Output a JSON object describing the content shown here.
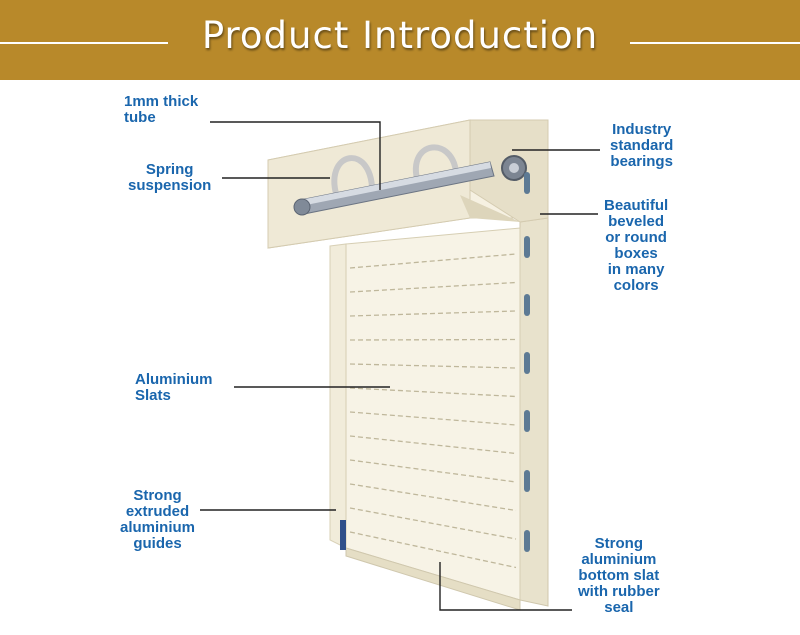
{
  "header": {
    "title": "Product Introduction"
  },
  "labels": {
    "tube": [
      "1mm thick",
      "tube"
    ],
    "spring": [
      "Spring",
      "suspension"
    ],
    "slats": [
      "Aluminium",
      "Slats"
    ],
    "guides": [
      "Strong",
      "extruded",
      "aluminium",
      "guides"
    ],
    "bearings": [
      "Industry",
      "standard",
      "bearings"
    ],
    "boxes": [
      "Beautiful",
      "beveled",
      "or round",
      "boxes",
      "in many",
      "colors"
    ],
    "bottom_slat": [
      "Strong",
      "aluminium",
      "bottom slat",
      "with rubber",
      "seal"
    ]
  },
  "colors": {
    "banner": "#b8892a",
    "label_text": "#1a66ad",
    "shutter_body": "#f3eedd",
    "leader_line": "#222222"
  }
}
